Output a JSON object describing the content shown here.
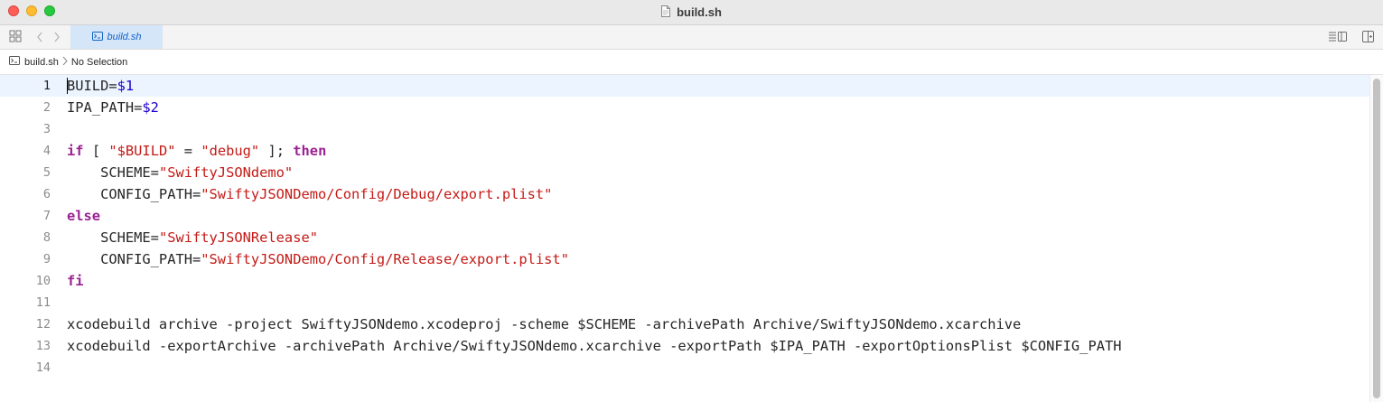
{
  "window": {
    "title": "build.sh"
  },
  "tab": {
    "label": "build.sh"
  },
  "jumpbar": {
    "file": "build.sh",
    "selection": "No Selection"
  },
  "editor": {
    "current_line": 1,
    "lines": [
      {
        "num": "1",
        "tokens": [
          {
            "t": "BUILD=",
            "c": "p"
          },
          {
            "t": "$1",
            "c": "n"
          }
        ]
      },
      {
        "num": "2",
        "tokens": [
          {
            "t": "IPA_PATH=",
            "c": "p"
          },
          {
            "t": "$2",
            "c": "n"
          }
        ]
      },
      {
        "num": "3",
        "tokens": []
      },
      {
        "num": "4",
        "tokens": [
          {
            "t": "if",
            "c": "k"
          },
          {
            "t": " [ ",
            "c": "p"
          },
          {
            "t": "\"$BUILD\"",
            "c": "s"
          },
          {
            "t": " = ",
            "c": "p"
          },
          {
            "t": "\"debug\"",
            "c": "s"
          },
          {
            "t": " ]; ",
            "c": "p"
          },
          {
            "t": "then",
            "c": "k"
          }
        ]
      },
      {
        "num": "5",
        "tokens": [
          {
            "t": "    SCHEME=",
            "c": "p"
          },
          {
            "t": "\"SwiftyJSONdemo\"",
            "c": "s"
          }
        ]
      },
      {
        "num": "6",
        "tokens": [
          {
            "t": "    CONFIG_PATH=",
            "c": "p"
          },
          {
            "t": "\"SwiftyJSONDemo/Config/Debug/export.plist\"",
            "c": "s"
          }
        ]
      },
      {
        "num": "7",
        "tokens": [
          {
            "t": "else",
            "c": "k"
          }
        ]
      },
      {
        "num": "8",
        "tokens": [
          {
            "t": "    SCHEME=",
            "c": "p"
          },
          {
            "t": "\"SwiftyJSONRelease\"",
            "c": "s"
          }
        ]
      },
      {
        "num": "9",
        "tokens": [
          {
            "t": "    CONFIG_PATH=",
            "c": "p"
          },
          {
            "t": "\"SwiftyJSONDemo/Config/Release/export.plist\"",
            "c": "s"
          }
        ]
      },
      {
        "num": "10",
        "tokens": [
          {
            "t": "fi",
            "c": "k"
          }
        ]
      },
      {
        "num": "11",
        "tokens": []
      },
      {
        "num": "12",
        "tokens": [
          {
            "t": "xcodebuild archive -project SwiftyJSONdemo.xcodeproj -scheme $SCHEME -archivePath Archive/SwiftyJSONdemo.xcarchive",
            "c": "p"
          }
        ]
      },
      {
        "num": "13",
        "tokens": [
          {
            "t": "xcodebuild -exportArchive -archivePath Archive/SwiftyJSONdemo.xcarchive -exportPath $IPA_PATH -exportOptionsPlist $CONFIG_PATH",
            "c": "p"
          }
        ]
      },
      {
        "num": "14",
        "tokens": []
      }
    ]
  },
  "colors": {
    "keyword": "#9b2393",
    "string": "#c41a16",
    "number": "#1c00cf",
    "plain": "#262626",
    "tab_active_bg": "#d4e6f8",
    "current_line_bg": "#ecf5ff"
  },
  "icons": [
    "close-button",
    "minimize-button",
    "zoom-button",
    "document-icon",
    "grid-icon",
    "chevron-left-icon",
    "chevron-right-icon",
    "terminal-file-icon",
    "chevron-right-separator-icon",
    "inspector-list-icon",
    "split-editor-icon"
  ]
}
